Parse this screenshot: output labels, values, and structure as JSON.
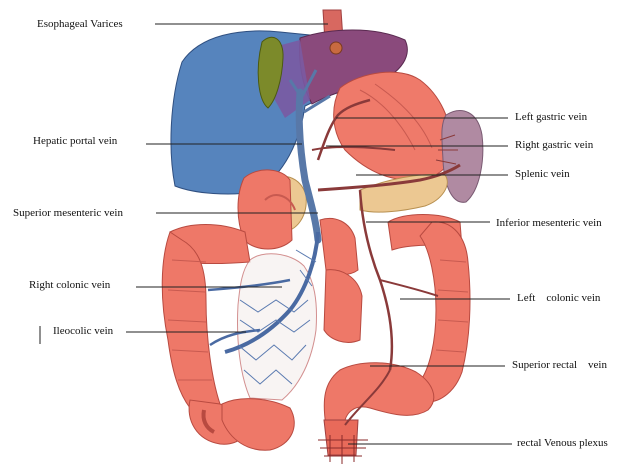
{
  "labels": {
    "esophageal_varices": "Esophageal Varices",
    "hepatic_portal_vein": "Hepatic portal vein",
    "superior_mesenteric_vein": "Superior mesenteric vein",
    "right_colonic_vein": "Right colonic vein",
    "ileocolic_vein": "Ileocolic vein",
    "left_gastric_vein": "Left gastric vein",
    "right_gastric_vein": "Right gastric vein",
    "splenic_vein": "Splenic vein",
    "inferior_mesenteric_vein": "Inferior mesenteric vein",
    "left_colonic_vein": "Left    colonic vein",
    "superior_rectal_vein": "Superior rectal    vein",
    "rectal_venous_plexus": "rectal Venous plexus"
  },
  "colors": {
    "liver": "#4f7fb8",
    "gallbladder": "#7c8a2a",
    "stomach_upper": "#8a4a7a",
    "colon": "#ee7868",
    "colon_dark": "#c84a40",
    "spleen": "#a87a98",
    "pancreas": "#e8c890",
    "portal_vein": "#5878a8",
    "vessel_red": "#b03838",
    "vessel_blue": "#3a5a9a"
  }
}
